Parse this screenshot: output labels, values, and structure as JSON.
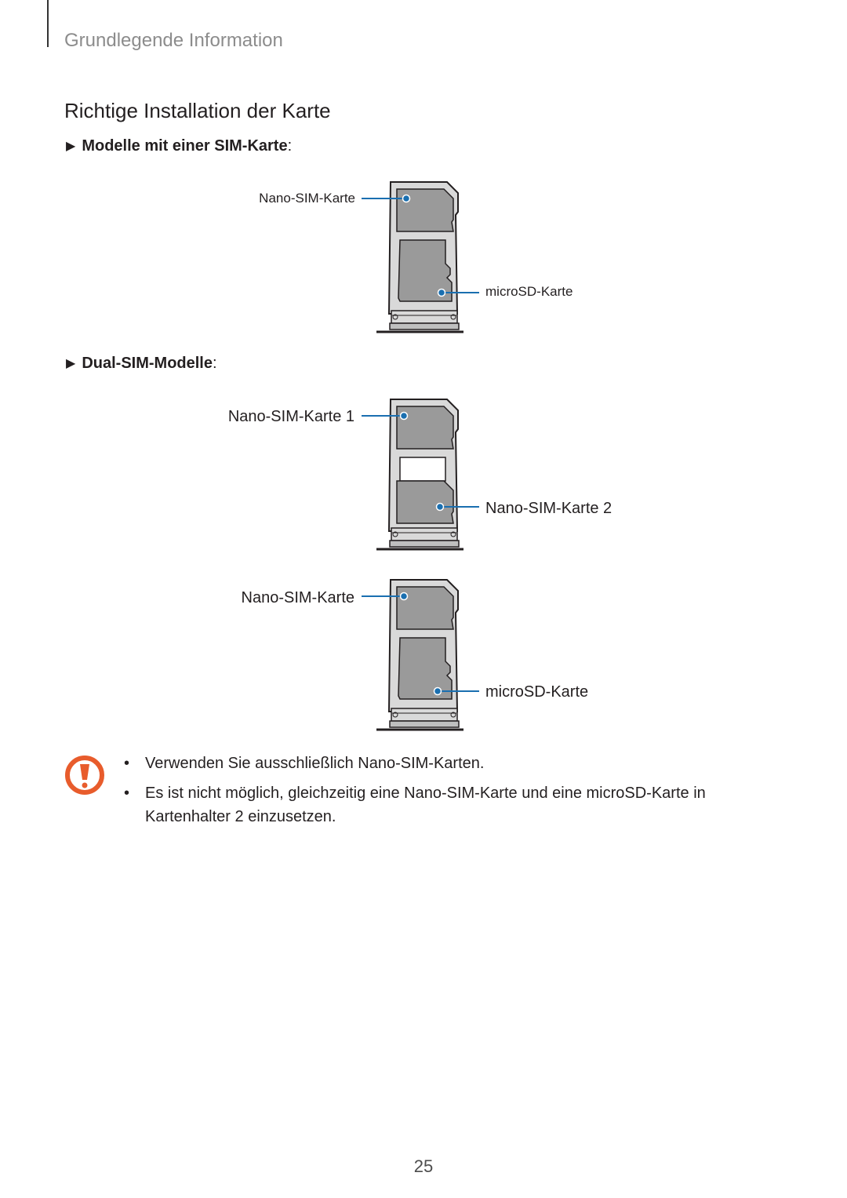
{
  "header": {
    "chapter": "Grundlegende Information"
  },
  "section": {
    "title": "Richtige Installation der Karte"
  },
  "single_sim": {
    "heading": "Modelle mit einer SIM-Karte",
    "label_top": "Nano-SIM-Karte",
    "label_bottom": "microSD-Karte"
  },
  "dual_sim": {
    "heading": "Dual-SIM-Modelle",
    "tray2_label_top": "Nano-SIM-Karte 1",
    "tray2_label_bottom": "Nano-SIM-Karte 2",
    "tray3_label_top": "Nano-SIM-Karte",
    "tray3_label_bottom": "microSD-Karte"
  },
  "colors": {
    "callout": "#1a6fb0",
    "warning": "#e85c2c"
  },
  "icons": {
    "warning": "warning-icon",
    "arrow": "triangle-right-icon"
  },
  "notes": [
    "Verwenden Sie ausschließlich Nano-SIM-Karten.",
    "Es ist nicht möglich, gleichzeitig eine Nano-SIM-Karte und eine microSD-Karte in Kartenhalter 2 einzusetzen."
  ],
  "page_number": "25"
}
